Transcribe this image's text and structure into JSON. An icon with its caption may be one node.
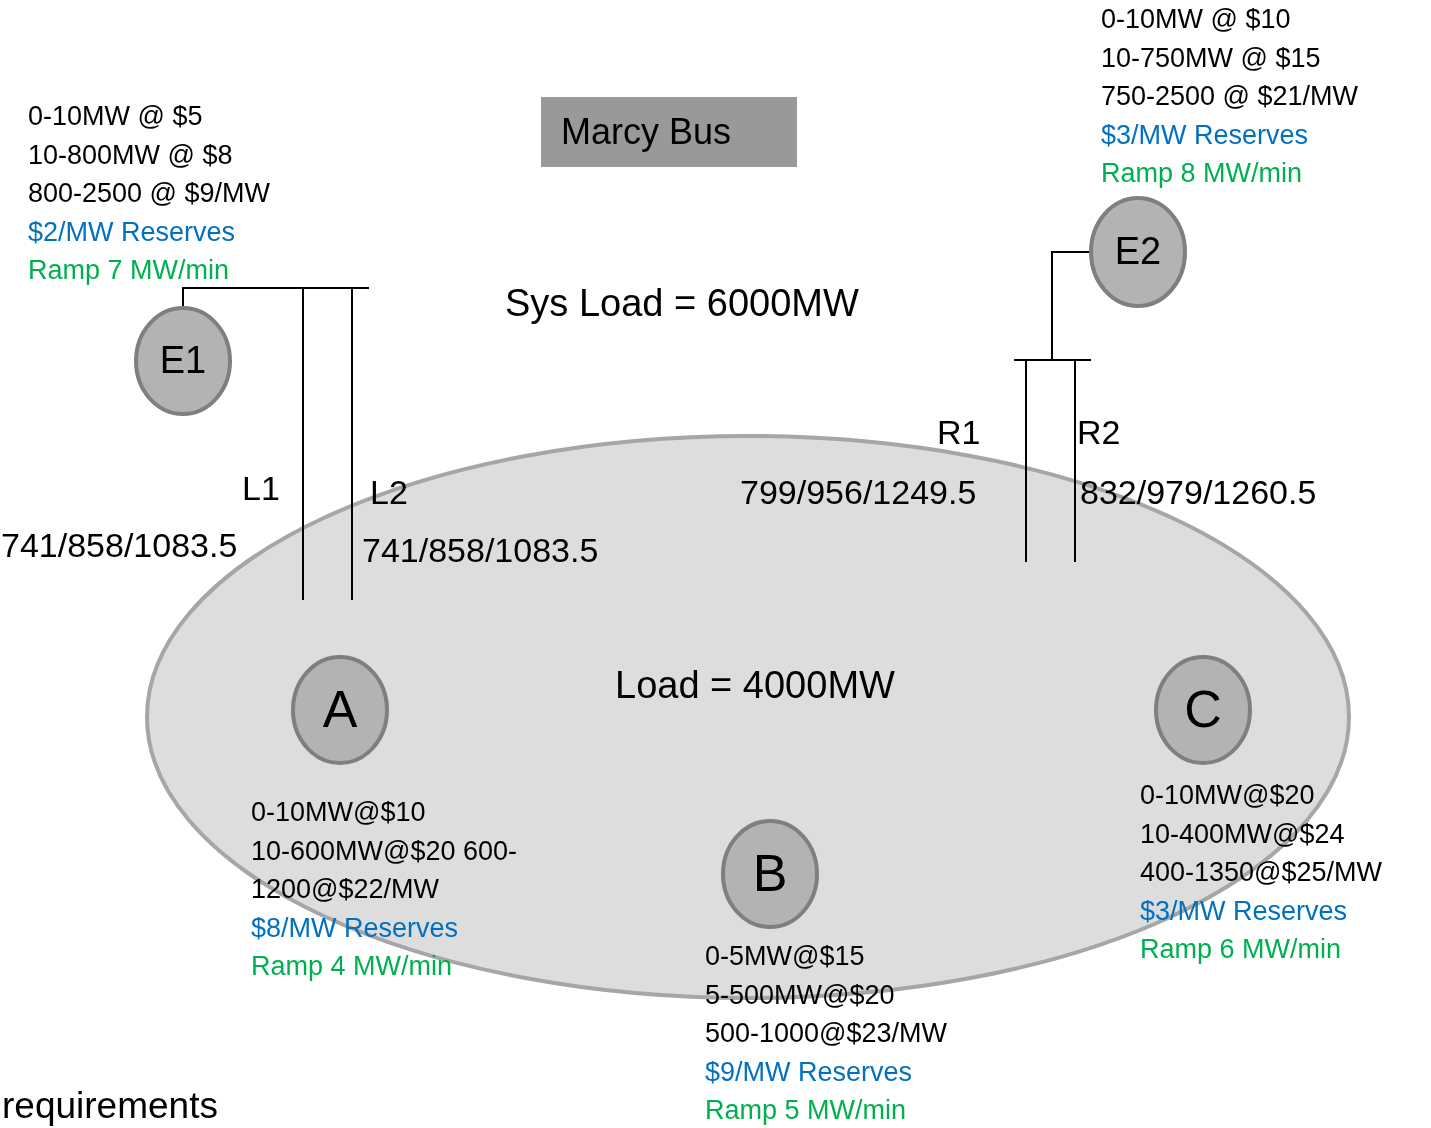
{
  "diagram": {
    "nodes": [
      {
        "text": [
          "Marcy Bus"
        ]
      },
      {
        "text": [
          "Load = 4000MW"
        ]
      },
      {
        "text": [
          "E1"
        ],
        "beside": [
          "0-10MW @ $5",
          "10-800MW @ $8",
          "800-2500 @ $9/MW",
          "$2/MW Reserves",
          "Ramp 7 MW/min"
        ]
      },
      {
        "text": [
          "E2"
        ],
        "beside": [
          "0-10MW @ $10",
          "10-750MW @ $15",
          "750-2500 @ $21/MW",
          "$3/MW Reserves",
          "Ramp 8 MW/min"
        ]
      },
      {
        "text": [
          "A"
        ],
        "in": 1,
        "beside": [
          "0-10MW@$10",
          "10-600MW@$20 600-1200@$22/MW",
          "$8/MW Reserves",
          "Ramp 4 MW/min"
        ]
      },
      {
        "text": [
          "B"
        ],
        "in": 1,
        "beside": [
          "0-5MW@$15",
          "5-500MW@$20",
          "500-1000@$23/MW",
          "$9/MW Reserves",
          "Ramp 5 MW/min"
        ]
      },
      {
        "text": [
          "C"
        ],
        "in": 1,
        "beside": [
          "0-10MW@$20",
          "10-400MW@$24",
          "400-1350@$25/MW",
          "$3/MW Reserves",
          "Ramp 6 MW/min"
        ]
      },
      {
        "text": [],
        "shape": "bar"
      },
      {
        "text": [],
        "shape": "bar"
      }
    ],
    "edges": [
      {
        "from": 2,
        "to": 7,
        "arrow": "none"
      },
      {
        "from": 7,
        "to": null,
        "arrow": "none",
        "label": "L1"
      },
      {
        "from": 7,
        "to": null,
        "arrow": "none",
        "label": "L2"
      },
      {
        "from": 3,
        "to": 8,
        "arrow": "none"
      },
      {
        "from": 8,
        "to": null,
        "arrow": "none",
        "label": "R1"
      },
      {
        "from": 8,
        "to": null,
        "arrow": "none",
        "label": "R2"
      }
    ],
    "labels": [
      "Sys Load = 6000MW",
      "799/956/1249.5",
      "832/979/1260.5",
      "741/858/1083.5",
      "741/858/1083.5",
      "requirements"
    ]
  }
}
